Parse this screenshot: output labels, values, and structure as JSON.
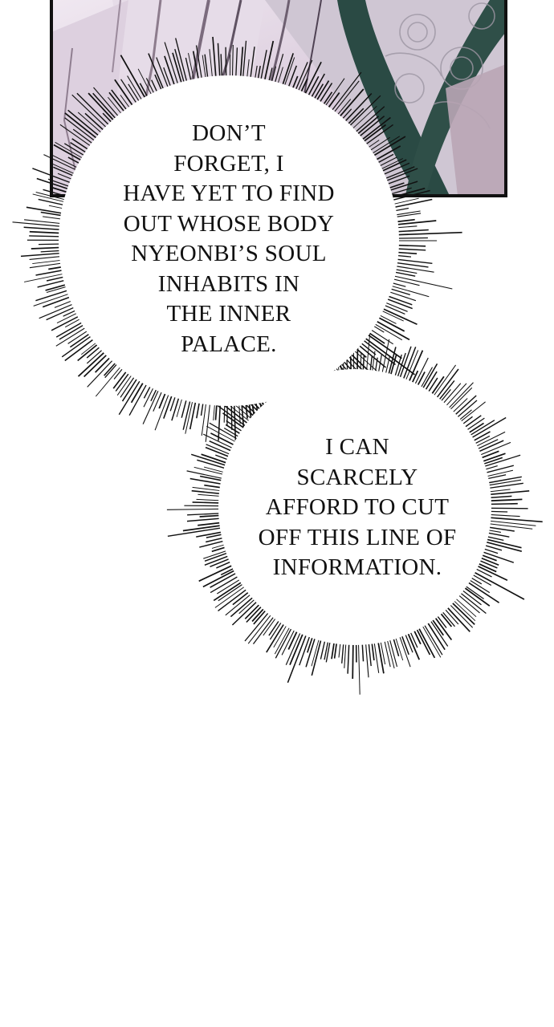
{
  "panel": {
    "art_icon": "illustration-hair-and-robe",
    "colors": {
      "border": "#111111",
      "lavender": "#e3d8e6",
      "mauve": "#b9a5b5",
      "robe": "#2a4a44",
      "pattern": "#cfc9d2"
    }
  },
  "bubble_1": {
    "lines": [
      "DON’T",
      "FORGET, I",
      "HAVE YET TO FIND",
      "OUT WHOSE BODY",
      "NYEONBI’S SOUL",
      "INHABITS IN",
      "THE INNER",
      "PALACE."
    ]
  },
  "bubble_2": {
    "lines": [
      "I CAN",
      "SCARCELY",
      "AFFORD TO CUT",
      "OFF THIS LINE OF",
      "INFORMATION."
    ]
  }
}
